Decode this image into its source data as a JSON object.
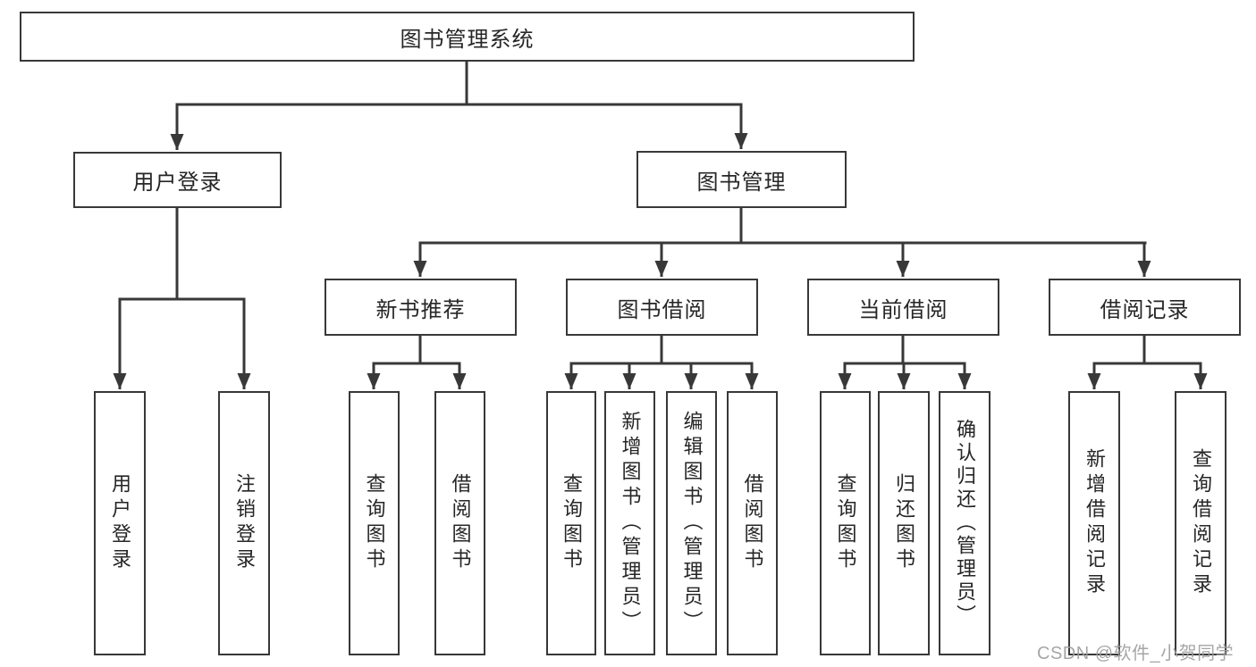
{
  "root": {
    "label": "图书管理系统"
  },
  "level2": {
    "user_login": {
      "label": "用户登录"
    },
    "book_management": {
      "label": "图书管理"
    }
  },
  "level3": {
    "new_book_recommend": {
      "label": "新书推荐"
    },
    "book_borrow": {
      "label": "图书借阅"
    },
    "current_borrow": {
      "label": "当前借阅"
    },
    "borrow_records": {
      "label": "借阅记录"
    }
  },
  "leaves": {
    "user_login_children": [
      "用户登录",
      "注销登录"
    ],
    "new_book_children": [
      "查询图书",
      "借阅图书"
    ],
    "book_borrow_children": [
      "查询图书",
      "新增图书（管理员）",
      "编辑图书（管理员）",
      "借阅图书"
    ],
    "current_borrow_children": [
      "查询图书",
      "归还图书",
      "确认归还（管理员）"
    ],
    "borrow_records_children": [
      "新增借阅记录",
      "查询借阅记录"
    ]
  },
  "watermark": "CSDN @软件_小贺同学",
  "colors": {
    "line": "#383838",
    "border": "#383838",
    "text": "#262626",
    "watermark": "#9e9e9e",
    "background": "#ffffff"
  }
}
